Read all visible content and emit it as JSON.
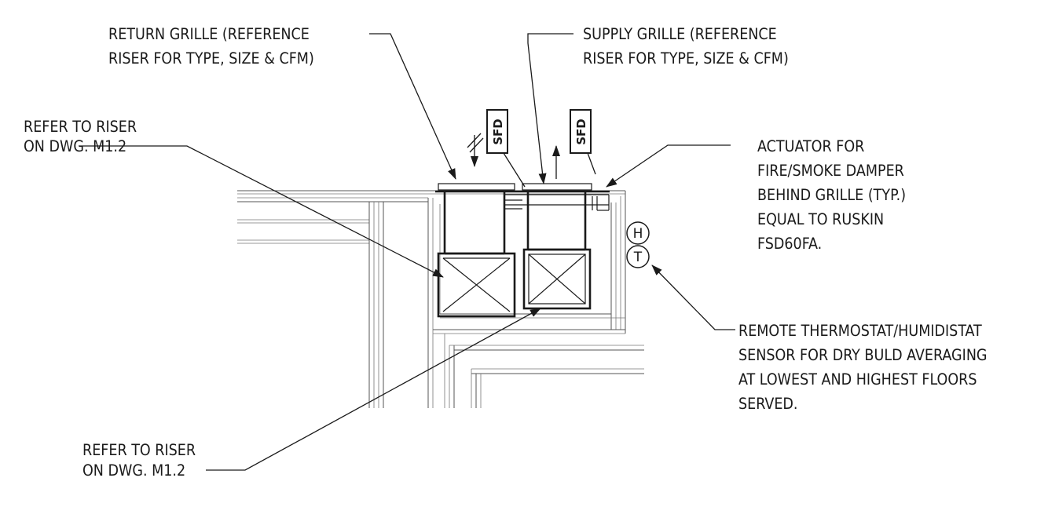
{
  "notes": {
    "return_grille": {
      "line1": "RETURN GRILLE (REFERENCE",
      "line2": "RISER FOR TYPE, SIZE & CFM)"
    },
    "supply_grille": {
      "line1": "SUPPLY GRILLE (REFERENCE",
      "line2": "RISER FOR TYPE, SIZE & CFM)"
    },
    "riser_top": {
      "line1": "REFER TO RISER",
      "line2": "ON DWG. M1.2"
    },
    "actuator": {
      "line1": "ACTUATOR FOR",
      "line2": "FIRE/SMOKE DAMPER",
      "line3": "BEHIND GRILLE (TYP.)",
      "line4": "EQUAL TO RUSKIN",
      "line5": "FSD60FA."
    },
    "thermostat": {
      "line1": "REMOTE THERMOSTAT/HUMIDISTAT",
      "line2": "SENSOR FOR DRY BULD AVERAGING",
      "line3": "AT LOWEST AND HIGHEST FLOORS",
      "line4": "SERVED."
    },
    "riser_bottom": {
      "line1": "REFER TO RISER",
      "line2": "ON DWG. M1.2"
    }
  },
  "tags": {
    "damper_left": "SFD",
    "damper_right": "SFD",
    "humidistat": "H",
    "thermostat": "T"
  }
}
